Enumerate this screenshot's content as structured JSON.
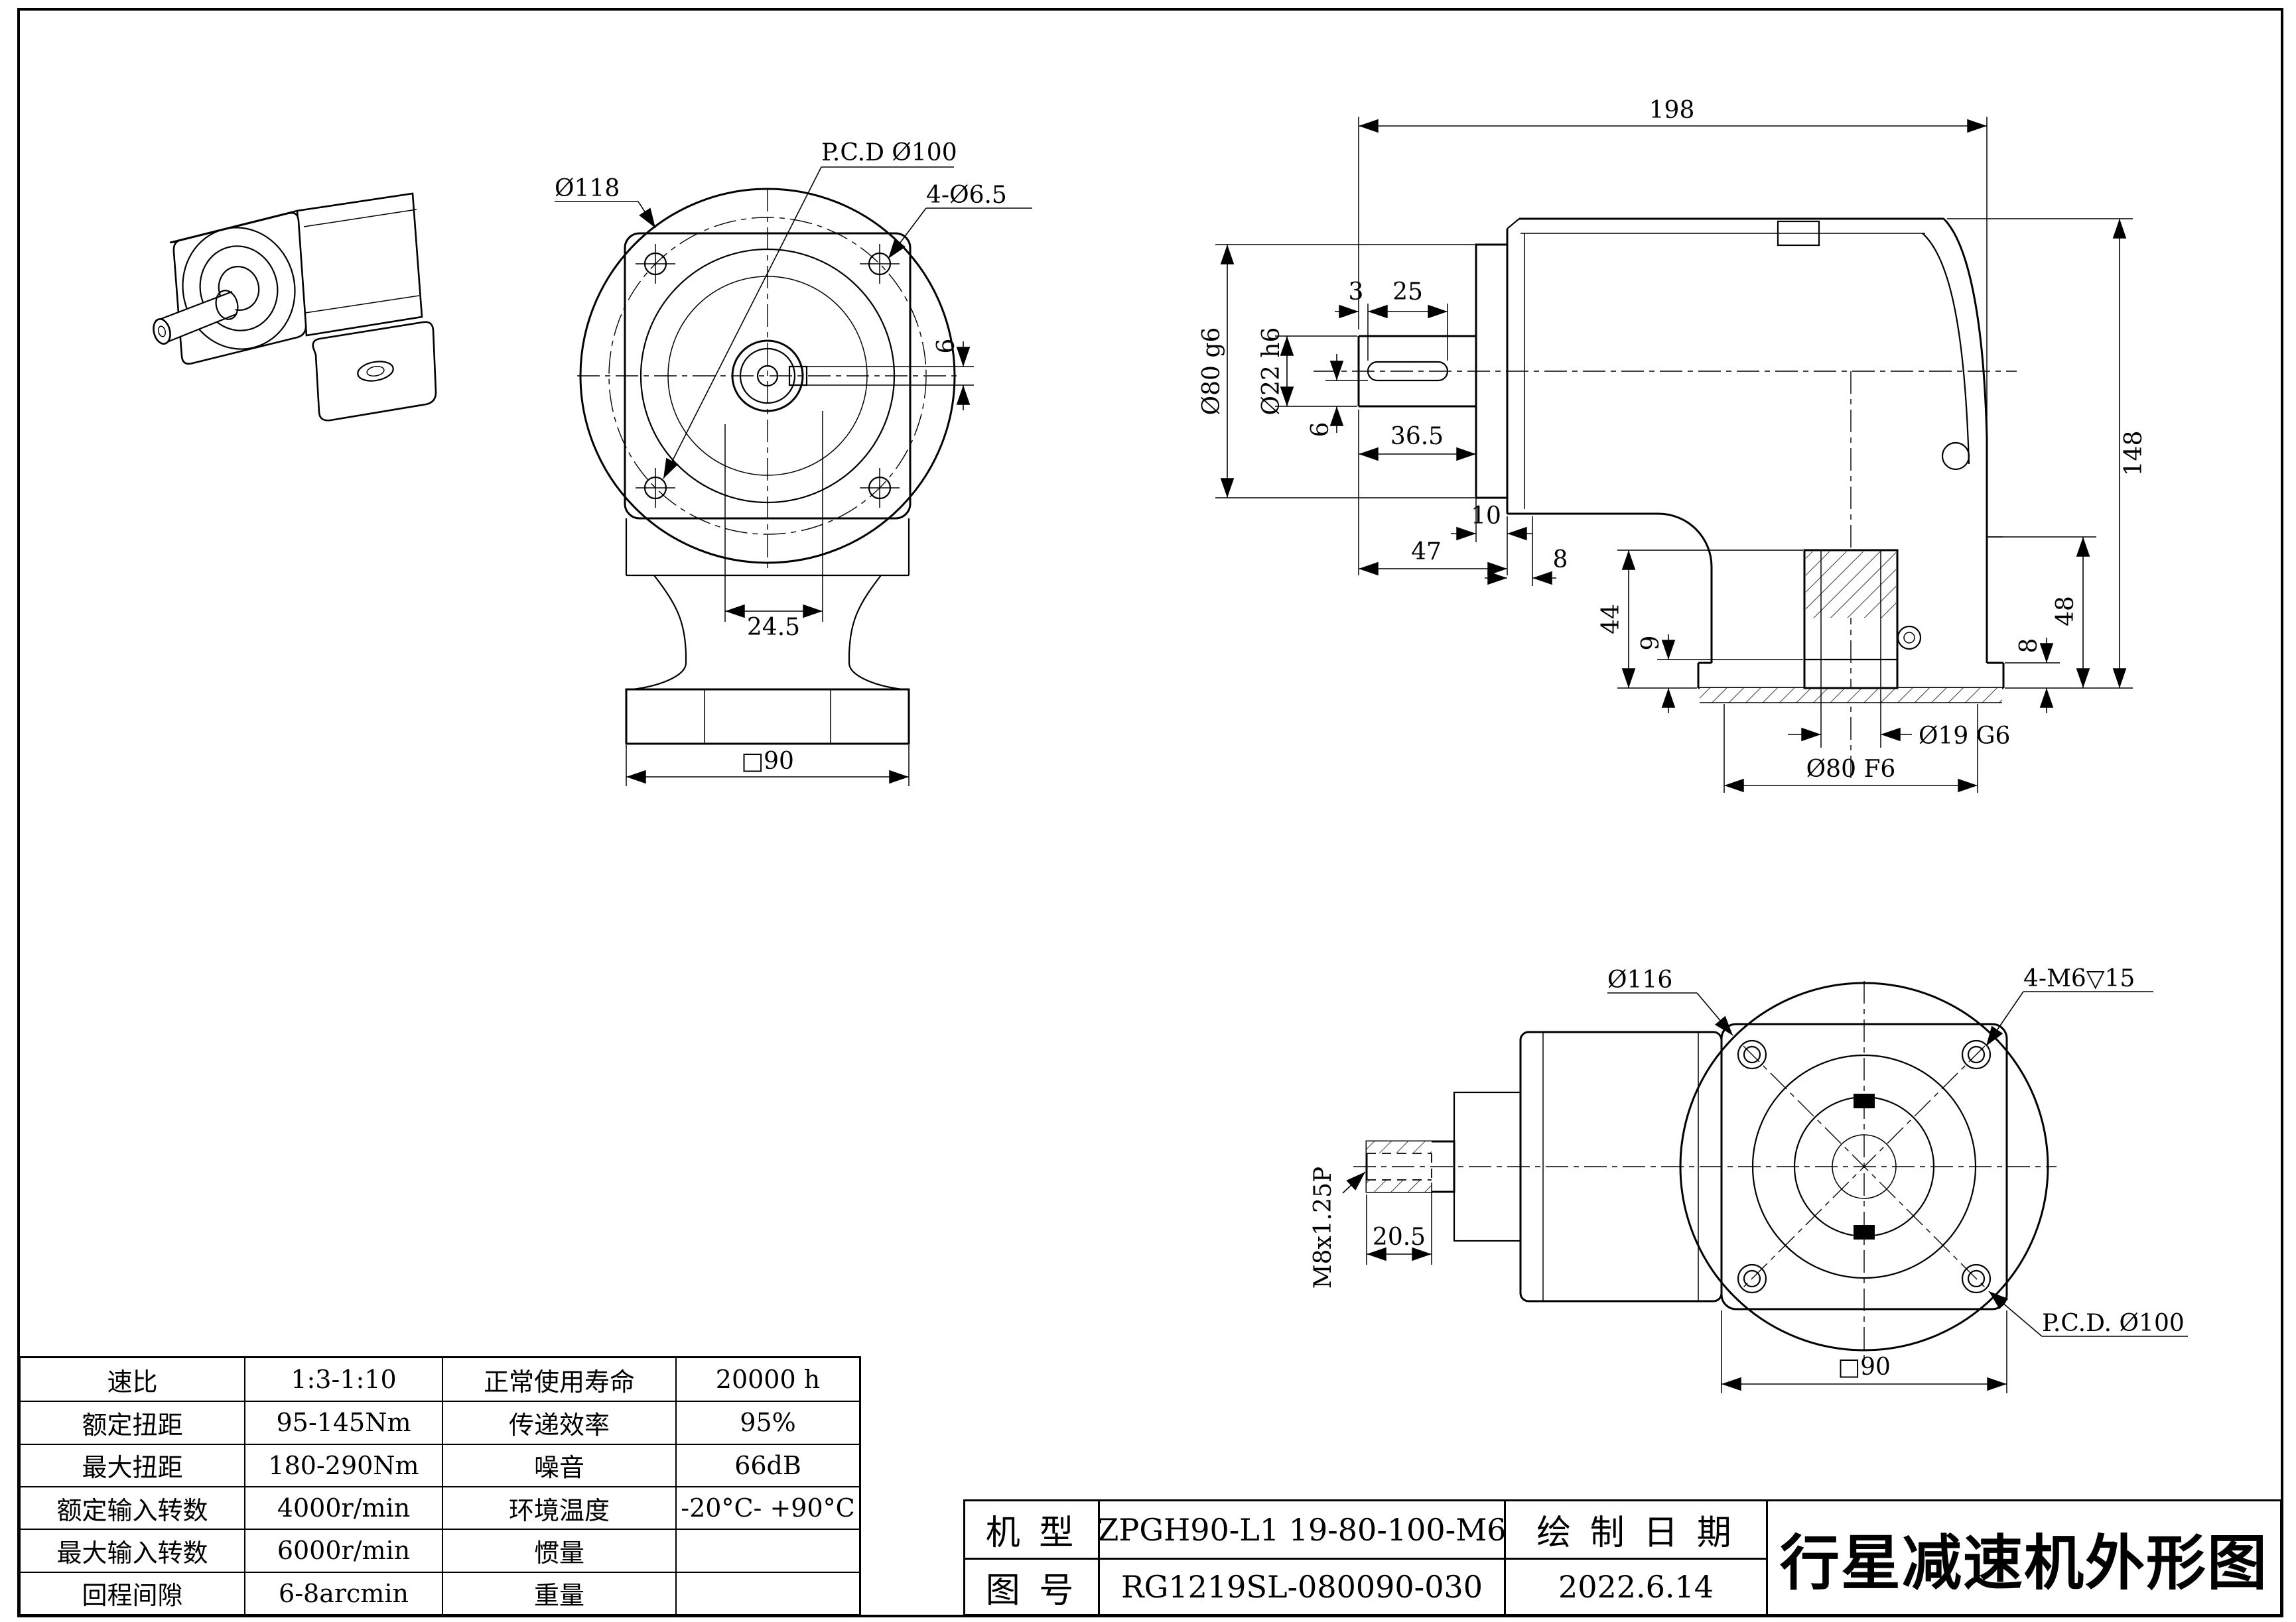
{
  "drawing": {
    "sheet_title": "行星减速机外形图",
    "bg_color": "#ffffff",
    "line_color": "#000000"
  },
  "front_view": {
    "dia118": "Ø118",
    "pcd": "P.C.D Ø100",
    "holes": "4-Ø6.5",
    "key_h": "6",
    "shaft_len": "24.5",
    "square": "□90"
  },
  "side_view": {
    "len": "198",
    "height": "148",
    "flange_dia": "Ø80 g6",
    "shaft_dia": "Ø22 h6",
    "d3": "3",
    "d25": "25",
    "d6": "6",
    "d365": "36.5",
    "d10": "10",
    "d47": "47",
    "d8a": "8",
    "d44": "44",
    "d9": "9",
    "d8b": "8",
    "d48": "48",
    "bore": "Ø19 G6",
    "pilot": "Ø80 F6"
  },
  "bottom_view": {
    "dia116": "Ø116",
    "screws": "4-M6▽15",
    "thread": "M8x1.25P",
    "d205": "20.5",
    "square": "□90",
    "pcd": "P.C.D. Ø100"
  },
  "spec_table": {
    "rows": [
      {
        "l1": "速比",
        "v1": "1:3-1:10",
        "l2": "正常使用寿命",
        "v2": "20000 h"
      },
      {
        "l1": "额定扭距",
        "v1": "95-145Nm",
        "l2": "传递效率",
        "v2": "95%"
      },
      {
        "l1": "最大扭距",
        "v1": "180-290Nm",
        "l2": "噪音",
        "v2": "66dB"
      },
      {
        "l1": "额定输入转数",
        "v1": "4000r/min",
        "l2": "环境温度",
        "v2": "-20°C- +90°C"
      },
      {
        "l1": "最大输入转数",
        "v1": "6000r/min",
        "l2": "惯量",
        "v2": ""
      },
      {
        "l1": "回程间隙",
        "v1": "6-8arcmin",
        "l2": "重量",
        "v2": ""
      }
    ]
  },
  "title_block": {
    "model_label": "机 型",
    "model_value": "ZPGH90-L1 19-80-100-M6",
    "date_label": "绘 制 日 期",
    "date_value": "2022.6.14",
    "no_label": "图 号",
    "no_value": "RG1219SL-080090-030",
    "sheet_title": "行星减速机外形图"
  }
}
